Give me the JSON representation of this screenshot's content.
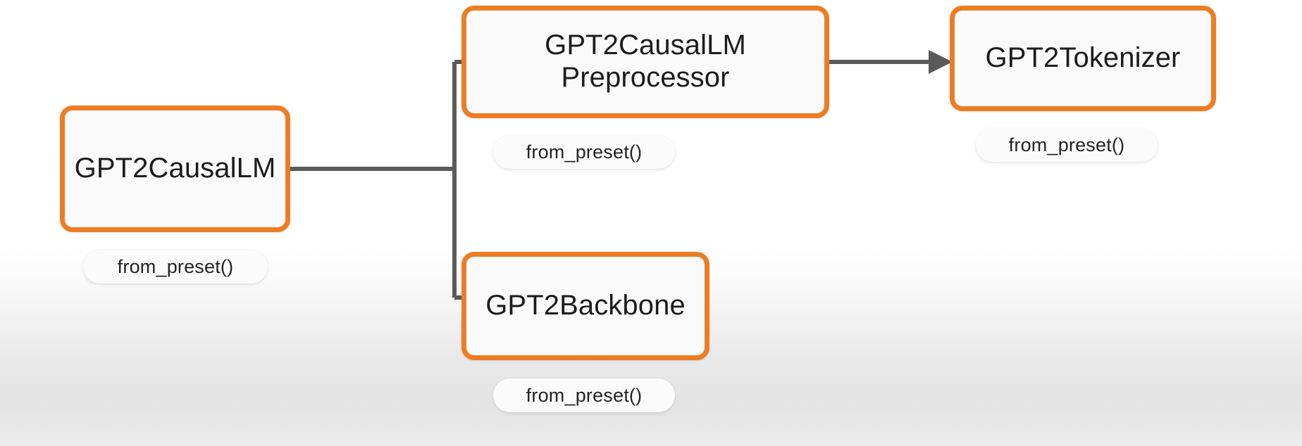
{
  "diagram": {
    "type": "hierarchy-tree",
    "title": "",
    "colors": {
      "node_border": "#ED7D24",
      "node_fill": "#FAFAFA",
      "wire": "#5A5A5A",
      "pill_fill": "#FBFBFB",
      "text": "#1C1C1C"
    },
    "nodes": [
      {
        "id": "causallm",
        "label": "GPT2CausalLM",
        "method": "from_preset()"
      },
      {
        "id": "preprocessor",
        "label": "GPT2CausalLM\nPreprocessor",
        "method": "from_preset()"
      },
      {
        "id": "tokenizer",
        "label": "GPT2Tokenizer",
        "method": "from_preset()"
      },
      {
        "id": "backbone",
        "label": "GPT2Backbone",
        "method": "from_preset()"
      }
    ],
    "edges": [
      {
        "from": "causallm",
        "to": "preprocessor",
        "style": "elbow",
        "arrowhead": false
      },
      {
        "from": "causallm",
        "to": "backbone",
        "style": "elbow",
        "arrowhead": false
      },
      {
        "from": "preprocessor",
        "to": "tokenizer",
        "style": "straight",
        "arrowhead": true
      }
    ]
  }
}
